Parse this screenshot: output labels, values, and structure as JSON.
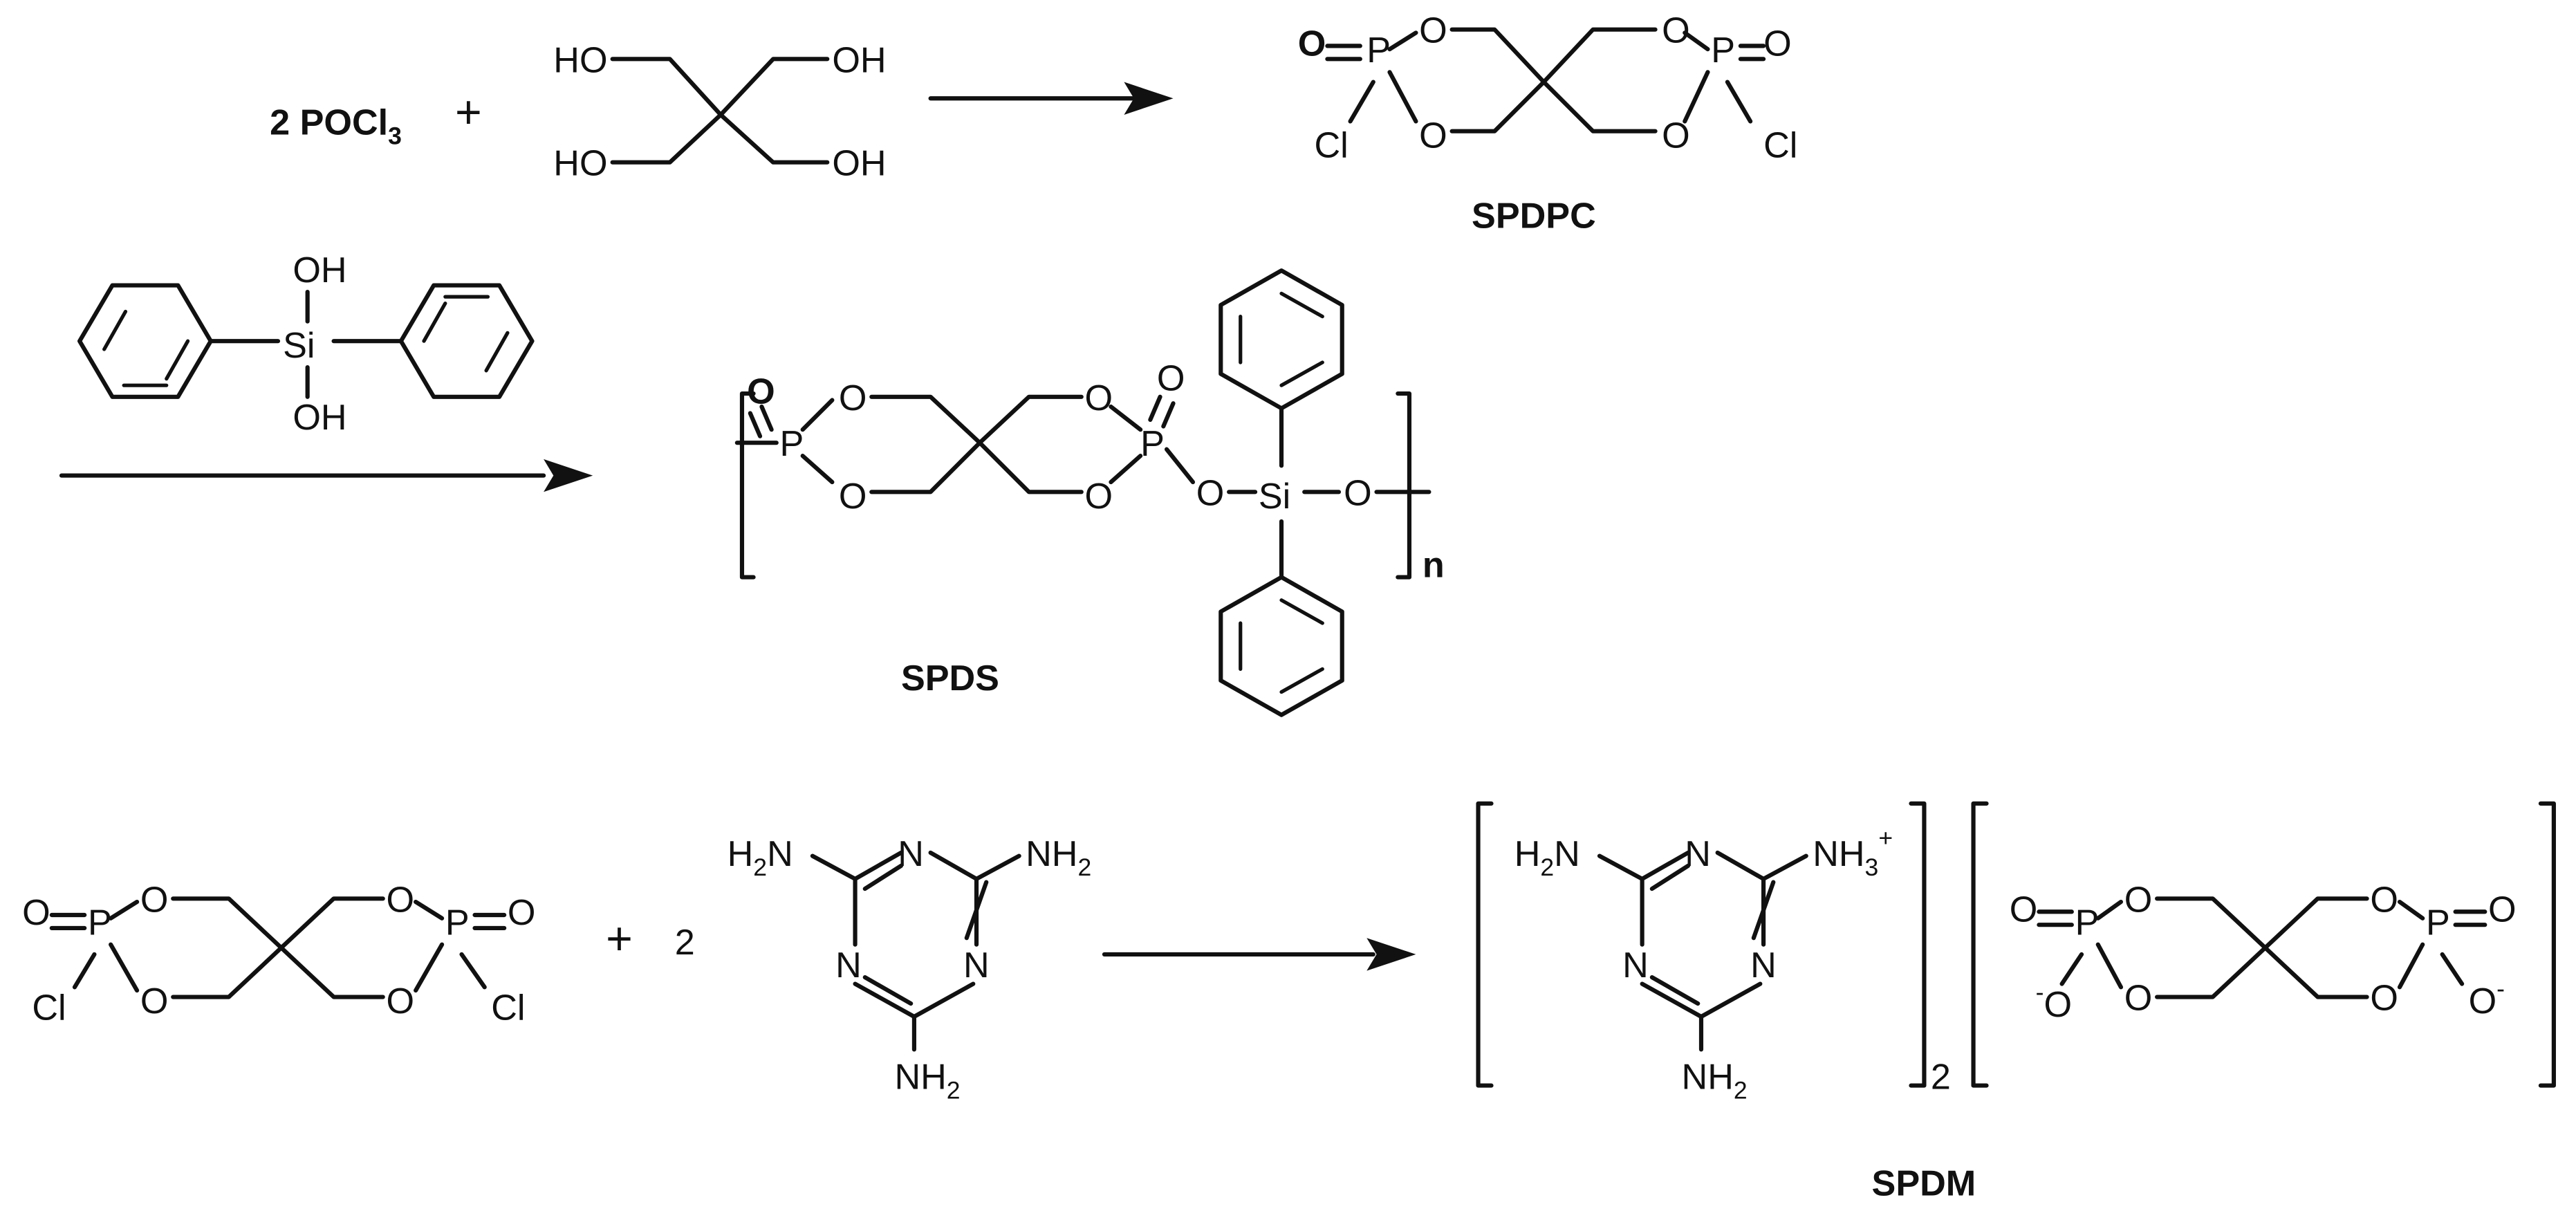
{
  "reaction_1": {
    "coefficient": "2",
    "reagent_text": "POCl",
    "reagent_sub": "3",
    "plus": "+",
    "ho": "HO",
    "oh": "OH",
    "product_label": "SPDPC"
  },
  "reaction_2": {
    "reagent_oh": "OH",
    "reagent_si": "Si",
    "polymer_repeat": "n",
    "product_label": "SPDS"
  },
  "reaction_3": {
    "plus": "+",
    "coefficient": "2",
    "nh_prefix": "H",
    "nh_suffix": "N",
    "nh2": "NH",
    "nh_sub": "2",
    "nh3_sub": "3",
    "charge_plus": "+",
    "charge_minus": "-",
    "ring_n": "N",
    "salt_ratio": "2",
    "product_label": "SPDM"
  },
  "atoms": {
    "p": "P",
    "o": "O",
    "cl": "Cl",
    "si": "Si"
  },
  "colors": {
    "ink": "#111111",
    "background": "#ffffff"
  }
}
